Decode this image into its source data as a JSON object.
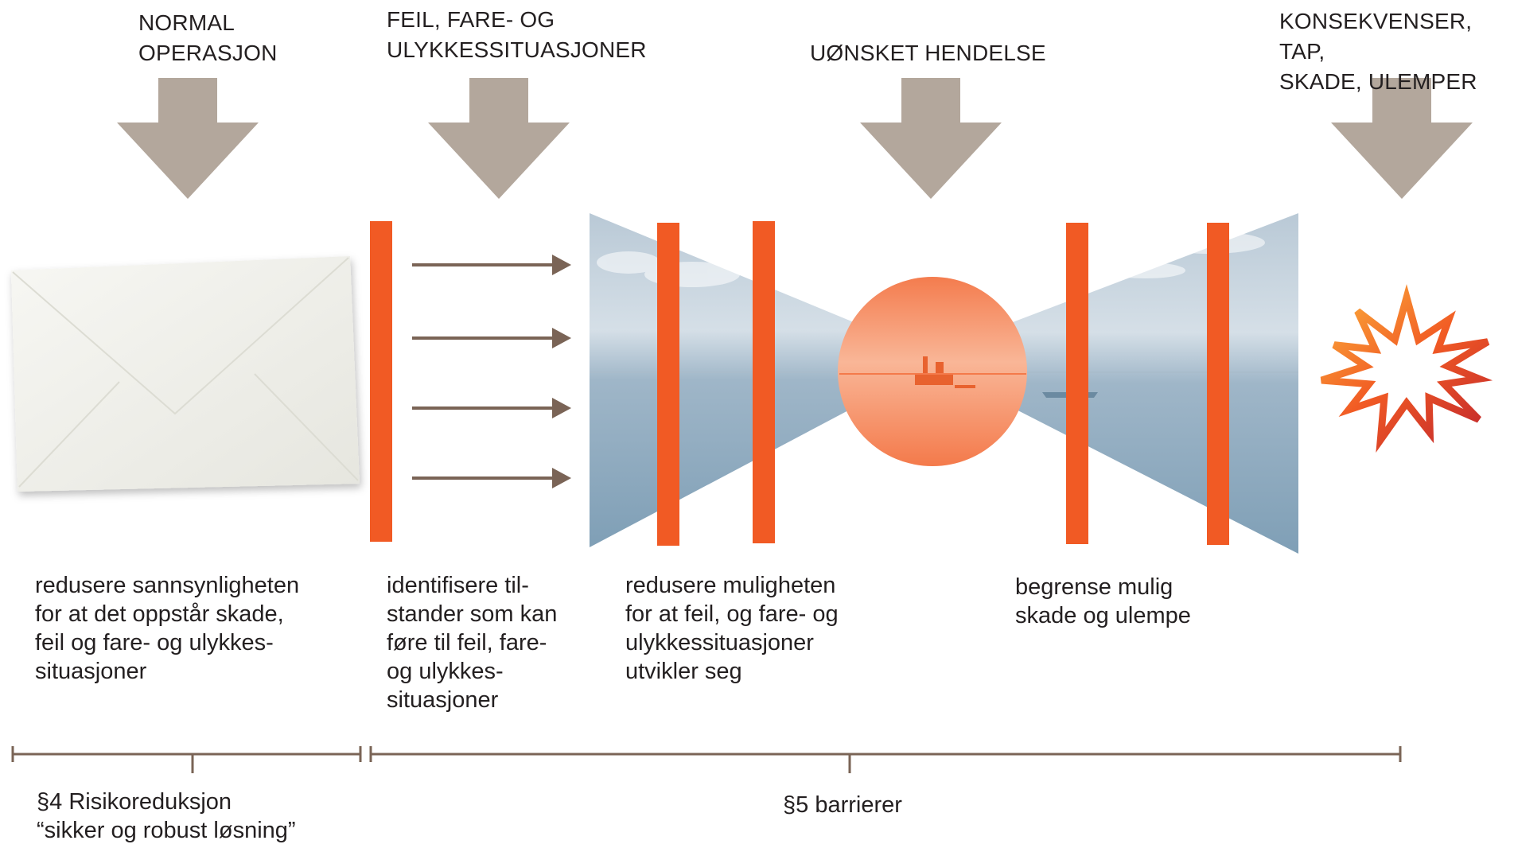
{
  "stages": [
    {
      "title": "NORMAL\nOPERASJON",
      "description": "redusere sannsynligheten\nfor at det oppstår skade,\nfeil og fare- og ulykkes-\nsituasjoner"
    },
    {
      "title": "FEIL, FARE- OG\nULYKKESSITUASJONER",
      "description": "identifisere til-\nstander som kan\nføre til feil, fare-\nog ulykkes-\nsituasjoner"
    },
    {
      "title": "UØNSKET HENDELSE",
      "description": "redusere muligheten\nfor at feil, og fare- og\nulykkessituasjoner\nutvikler seg"
    },
    {
      "title": "KONSEKVENSER, TAP,\nSKADE, ULEMPER",
      "description": "begrense mulig\nskade og ulempe"
    }
  ],
  "sections": [
    {
      "label": "§4  Risikoreduksjon\n“sikker og robust løsning”"
    },
    {
      "label": "§5 barrierer"
    }
  ],
  "colors": {
    "arrow_down": "#b3a79c",
    "barrier": "#f15a24",
    "small_arrow": "#7a6456",
    "sea_light": "#c9d6e0",
    "sea_dark": "#7f9fb6",
    "event_circle": "#f58a60",
    "bracket": "#7a6456",
    "text": "#231f20"
  },
  "icons": [
    "down-arrow-icon",
    "envelope-icon",
    "barrier-bar",
    "right-arrow-icon",
    "bowtie-sea-image",
    "event-circle-icon",
    "explosion-icon",
    "bracket-line"
  ]
}
